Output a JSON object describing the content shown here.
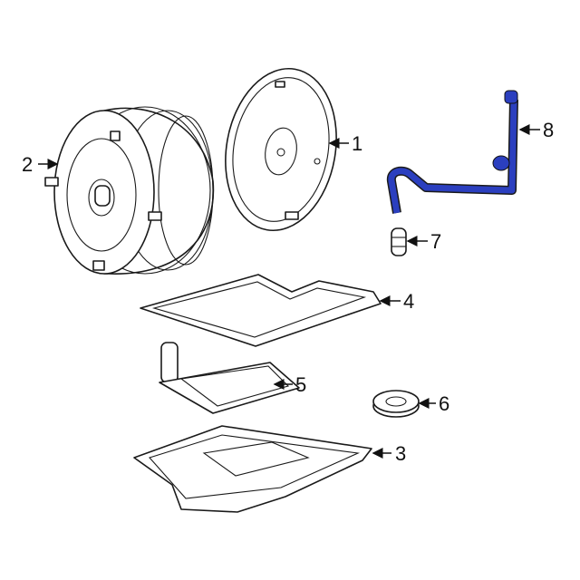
{
  "diagram": {
    "callouts": [
      {
        "number": "1",
        "part": "flexplate"
      },
      {
        "number": "2",
        "part": "torque-converter"
      },
      {
        "number": "3",
        "part": "transmission-pan"
      },
      {
        "number": "4",
        "part": "pan-gasket"
      },
      {
        "number": "5",
        "part": "transmission-filter"
      },
      {
        "number": "6",
        "part": "seal"
      },
      {
        "number": "7",
        "part": "filler-tube-seal"
      },
      {
        "number": "8",
        "part": "dipstick-tube"
      }
    ],
    "highlight_color": "#2b3fbf"
  }
}
